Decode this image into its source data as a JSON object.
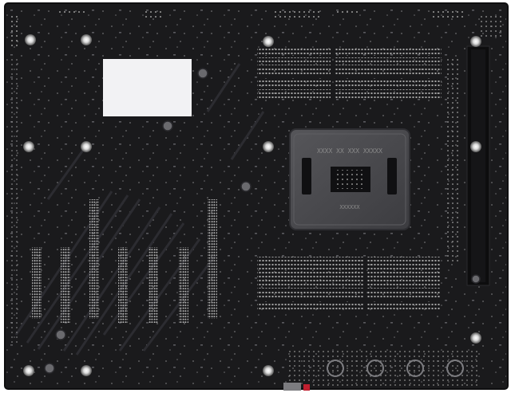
{
  "photo": {
    "subject": "Motherboard rear side",
    "colors": {
      "background": "#ffffff",
      "pcb": "#1a1a1c",
      "pcb_edge": "#0f0f10",
      "trace": "#2a2a2e",
      "pins": "#9a9a9a",
      "sticker": "#f2f2f4",
      "backplate": "#4a4a4e",
      "backplate_edge": "#2e2e32",
      "io_silver": "#7c7c80",
      "red_accent": "#c02030"
    },
    "cpu_backplate": {
      "label_top": "XXXX XX XXX XXXXX",
      "label_bottom": "XXXXXX"
    }
  }
}
